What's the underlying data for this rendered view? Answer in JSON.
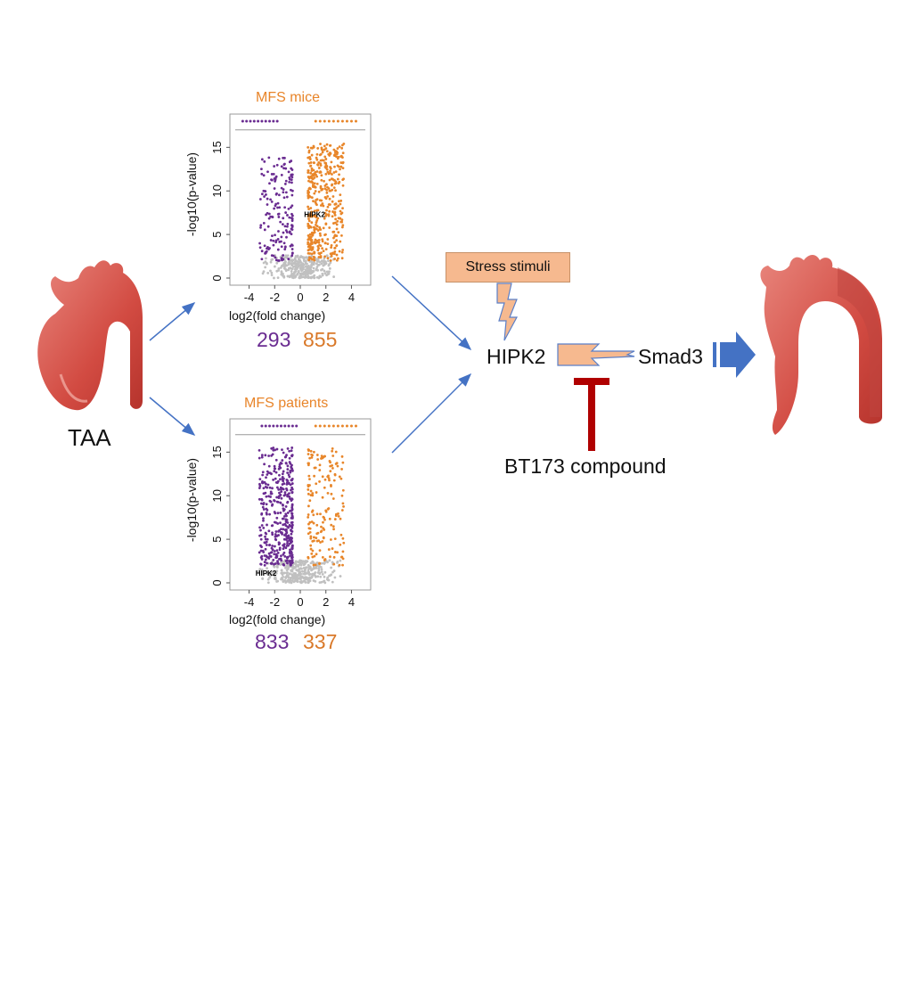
{
  "left_label": "TAA",
  "panels": [
    {
      "title": "MFS mice",
      "ylabel": "-log10(p-value)",
      "xlabel": "log2(fold change)",
      "x_ticks": [
        "-4",
        "-2",
        "0",
        "2",
        "4"
      ],
      "y_ticks": [
        "0",
        "5",
        "10",
        "15"
      ],
      "down_count": "293",
      "up_count": "855",
      "gene_label": "HIPK2"
    },
    {
      "title": "MFS patients",
      "ylabel": "-log10(p-value)",
      "xlabel": "log2(fold change)",
      "x_ticks": [
        "-4",
        "-2",
        "0",
        "2",
        "4"
      ],
      "y_ticks": [
        "0",
        "5",
        "10",
        "15"
      ],
      "down_count": "833",
      "up_count": "337",
      "gene_label": "HIPK2"
    }
  ],
  "pathway": {
    "stimulus": "Stress stimuli",
    "kinase": "HIPK2",
    "target": "Smad3",
    "inhibitor": "BT173 compound"
  },
  "colors": {
    "down": "#6a2c91",
    "up": "#e8862a",
    "ns": "#c0c0c0",
    "aorta": "#d9534f",
    "arrow_blue": "#4472c4",
    "inhibit_red": "#b00000",
    "bolt_fill": "#f6b98f"
  }
}
